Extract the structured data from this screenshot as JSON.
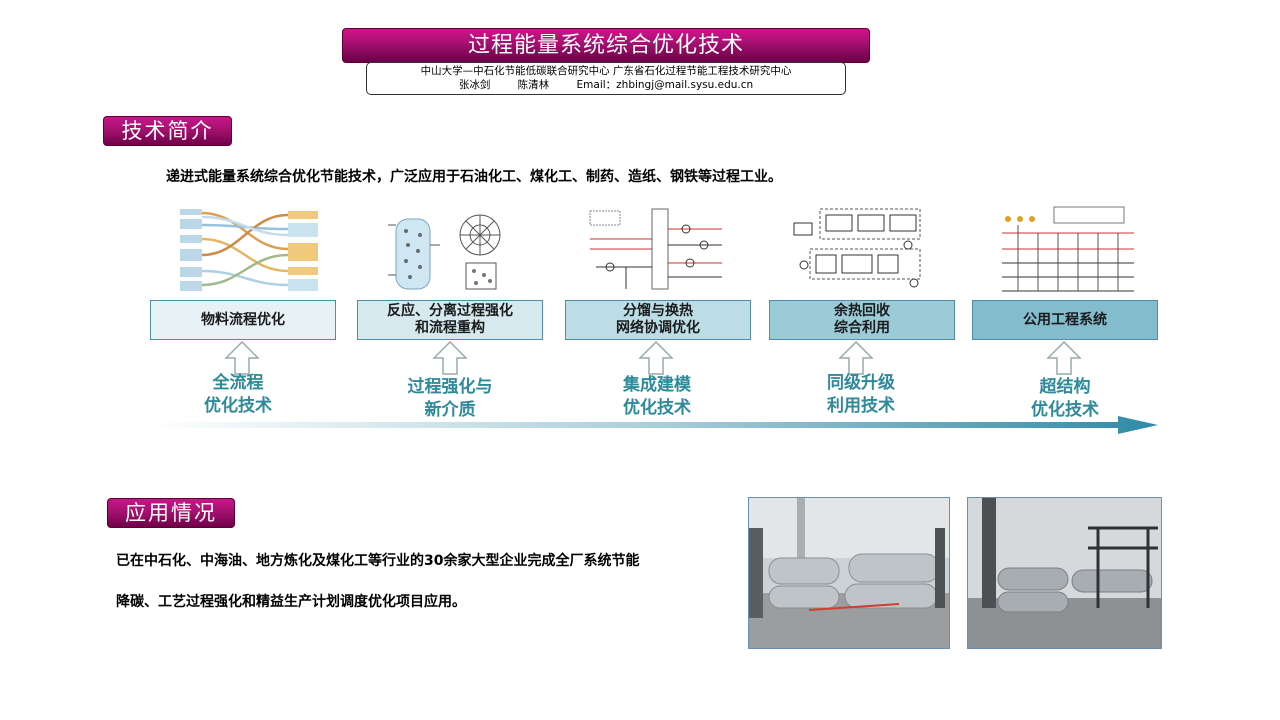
{
  "title": "过程能量系统综合优化技术",
  "affiliation": {
    "line1": "中山大学—中石化节能低碳联合研究中心   广东省石化过程节能工程技术研究中心",
    "author1": "张冰剑",
    "author2": "陈清林",
    "email": "Email：zhbingj@mail.sysu.edu.cn"
  },
  "section1": {
    "header": "技术简介",
    "intro": "递进式能量系统综合优化节能技术，广泛应用于石油化工、煤化工、制药、造纸、钢铁等过程工业。"
  },
  "stages": [
    {
      "box": "物料流程优化",
      "tech": "全流程\n优化技术",
      "color": "#e6f2f6"
    },
    {
      "box": "反应、分离过程强化\n和流程重构",
      "tech": "过程强化与\n新介质",
      "color": "#d5e9ef"
    },
    {
      "box": "分馏与换热\n网络协调优化",
      "tech": "集成建模\n优化技术",
      "color": "#bcdde6"
    },
    {
      "box": "余热回收\n综合利用",
      "tech": "同级升级\n利用技术",
      "color": "#9ccbd8"
    },
    {
      "box": "公用工程系统",
      "tech": "超结构\n优化技术",
      "color": "#82bccd"
    }
  ],
  "section2": {
    "header": "应用情况",
    "line1": "已在中石化、中海油、地方炼化及煤化工等行业的30余家大型企业完成全厂系统节能",
    "line2": "降碳、工艺过程强化和精益生产计划调度优化项目应用。"
  }
}
